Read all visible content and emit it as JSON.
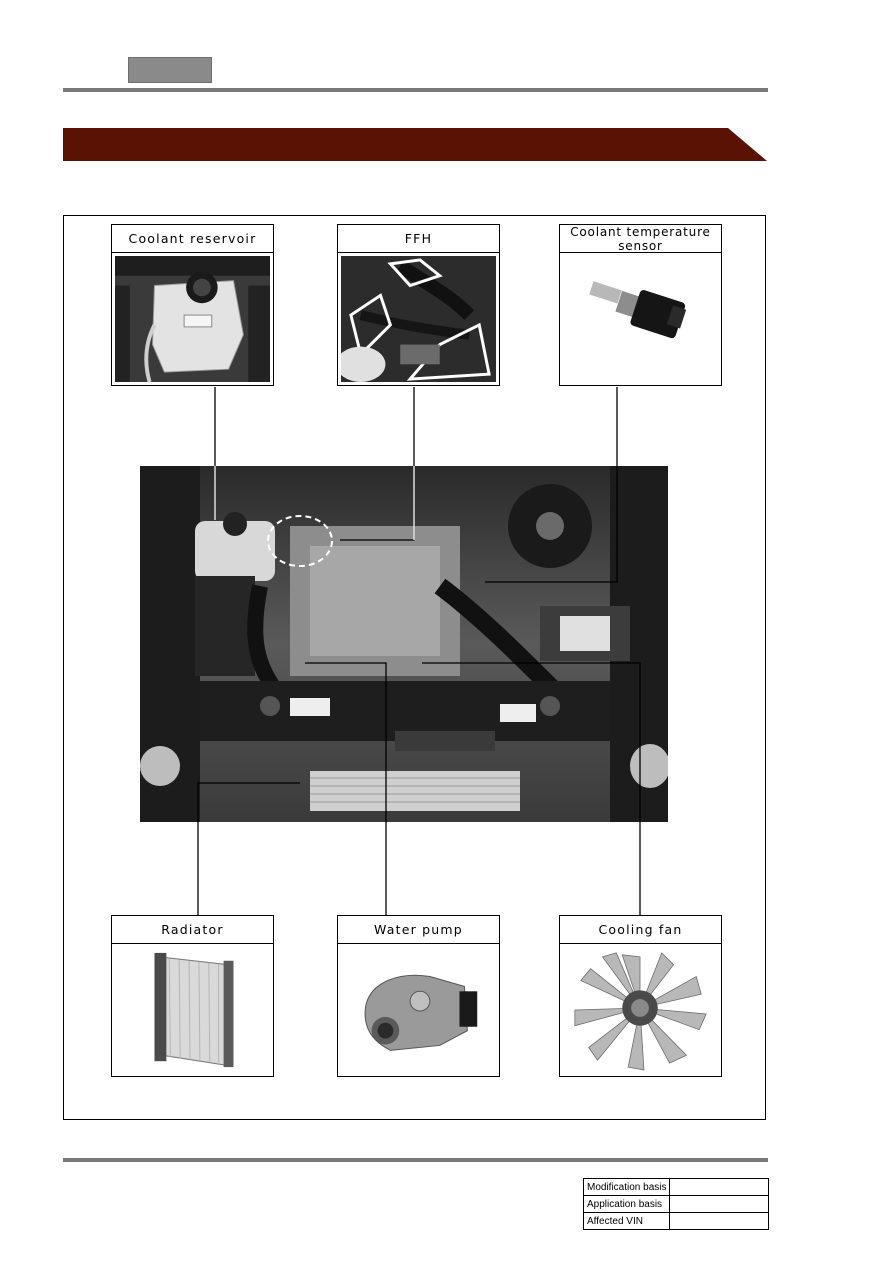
{
  "components": {
    "top": [
      {
        "label": "Coolant reservoir"
      },
      {
        "label": "FFH"
      },
      {
        "label": "Coolant temperature\nsensor"
      }
    ],
    "bottom": [
      {
        "label": "Radiator"
      },
      {
        "label": "Water pump"
      },
      {
        "label": "Cooling fan"
      }
    ]
  },
  "revision_table": {
    "rows": [
      {
        "label": "Modification basis",
        "value": ""
      },
      {
        "label": "Application basis",
        "value": ""
      },
      {
        "label": "Affected VIN",
        "value": ""
      }
    ]
  },
  "colors": {
    "banner": "#5a1205",
    "rule": "#7a7a7a",
    "tab": "#8a8a8a"
  }
}
